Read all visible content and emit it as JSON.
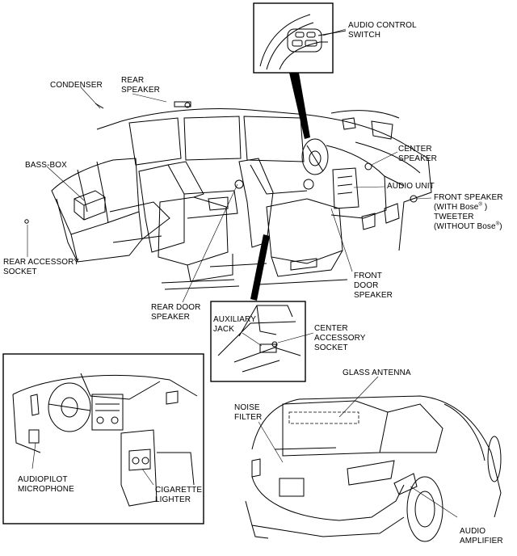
{
  "labels": {
    "audio_control_switch": [
      "AUDIO CONTROL",
      "SWITCH"
    ],
    "condenser": "CONDENSER",
    "rear_speaker": [
      "REAR",
      "SPEAKER"
    ],
    "bass_box": "BASS-BOX",
    "center_speaker": [
      "CENTER",
      "SPEAKER"
    ],
    "audio_unit": "AUDIO UNIT",
    "front_speaker": "FRONT SPEAKER",
    "with_bose": "(WITH Bose",
    "tweeter": "TWEETER",
    "without_bose": "(WITHOUT Bose",
    "rear_accessory_socket": [
      "REAR ACCESSORY",
      "SOCKET"
    ],
    "front_door_speaker": [
      "FRONT",
      "DOOR",
      "SPEAKER"
    ],
    "rear_door_speaker": [
      "REAR DOOR",
      "SPEAKER"
    ],
    "auxiliary_jack": [
      "AUXILIARY",
      "JACK"
    ],
    "center_accessory_socket": [
      "CENTER",
      "ACCESSORY",
      "SOCKET"
    ],
    "glass_antenna": "GLASS ANTENNA",
    "noise_filter": [
      "NOISE",
      "FILTER"
    ],
    "audiopilot_microphone": [
      "AUDIOPILOT",
      "MICROPHONE"
    ],
    "cigarette_lighter": [
      "CIGARETTE",
      "LIGHTER"
    ],
    "audio_amplifier": [
      "AUDIO",
      "AMPLIFIER"
    ]
  },
  "symbols": {
    "bose_mark": "®",
    "bose_close_1": " )",
    "bose_close_2": ")"
  }
}
